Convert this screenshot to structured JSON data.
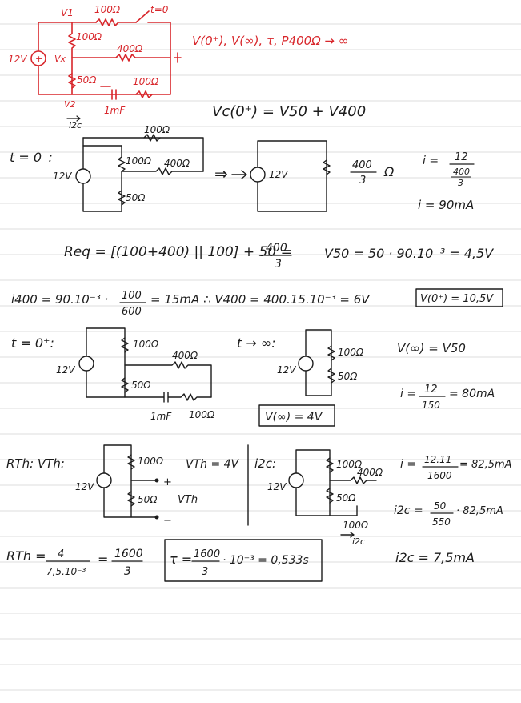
{
  "colors": {
    "red": "#d8262b",
    "ink": "#1c1c1c",
    "rule": "#dcdcdc"
  },
  "header": {
    "v1": "V1",
    "r_top": "100Ω",
    "switch_time": "t=0",
    "r_left": "100Ω",
    "r_middle": "400Ω",
    "source": "12V",
    "vx": "Vx",
    "r_50": "50Ω",
    "r_cap": "100Ω",
    "v2": "V2",
    "cap": "1mF",
    "i2c": "i2c",
    "asked": "V(0⁺), V(∞), τ, P400Ω → ∞",
    "vc_eq": "Vc(0⁺) = V50 + V400"
  },
  "t0minus": {
    "label": "t = 0⁻:",
    "r_top": "100Ω",
    "r_left": "100Ω",
    "r_400": "400Ω",
    "r_50": "50Ω",
    "source": "12V",
    "arrow": "⇒",
    "source2": "12V",
    "req_num": "400",
    "req_den": "3",
    "req_unit": "Ω",
    "i_lhs": "i =",
    "i_num": "12",
    "i_den_num": "400",
    "i_den_den": "3",
    "i_result": "i = 90mA"
  },
  "req": {
    "text": "Req = [(100+400) || 100] + 50 = ",
    "num": "400",
    "den": "3",
    "v50": "V50 = 50 · 90.10⁻³ = 4,5V"
  },
  "i400": {
    "text1": "i400 = 90.10⁻³ · ",
    "frac_num": "100",
    "frac_den": "600",
    "text2": "= 15mA  ∴ V400 = 400.15.10⁻³ = 6V",
    "boxed": "V(0⁺) = 10,5V"
  },
  "t0plus": {
    "label": "t = 0⁺:",
    "source": "12V",
    "r_100": "100Ω",
    "r_400": "400Ω",
    "r_50": "50Ω",
    "cap": "1mF",
    "r_cap": "100Ω"
  },
  "tinf": {
    "label": "t → ∞:",
    "source": "12V",
    "r_100": "100Ω",
    "r_50": "50Ω",
    "v_inf": "V(∞) = V50",
    "i_lhs": "i =",
    "i_num": "12",
    "i_den": "150",
    "i_rhs": "= 80mA",
    "boxed": "V(∞) = 4V"
  },
  "rth": {
    "label": "RTh: VTh:",
    "source": "12V",
    "r_100": "100Ω",
    "r_50": "50Ω",
    "plus": "+",
    "minus": "−",
    "vth_label": "VTh",
    "vth_value": "VTh = 4V",
    "i2c_label": "i2c:",
    "source2": "12V",
    "r2_100": "100Ω",
    "r2_400": "400Ω",
    "r2_50": "50Ω",
    "r2_cap": "100Ω",
    "i2c": "i2c",
    "i_lhs": "i =",
    "i_num": "12.11",
    "i_den": "1600",
    "i_rhs": "= 82,5mA",
    "i2c_lhs": "i2c =",
    "i2c_num": "50",
    "i2c_den": "550",
    "i2c_rhs": "· 82,5mA",
    "i2c_result": "i2c = 7,5mA"
  },
  "final": {
    "rth_lhs": "RTh =",
    "rth_num": "4",
    "rth_den": "7,5.10⁻³",
    "rth_eq": "=",
    "rth_num2": "1600",
    "rth_den2": "3",
    "tau_lhs": "τ =",
    "tau_num": "1600",
    "tau_den": "3",
    "tau_rhs": "· 10⁻³ = 0,533s"
  }
}
